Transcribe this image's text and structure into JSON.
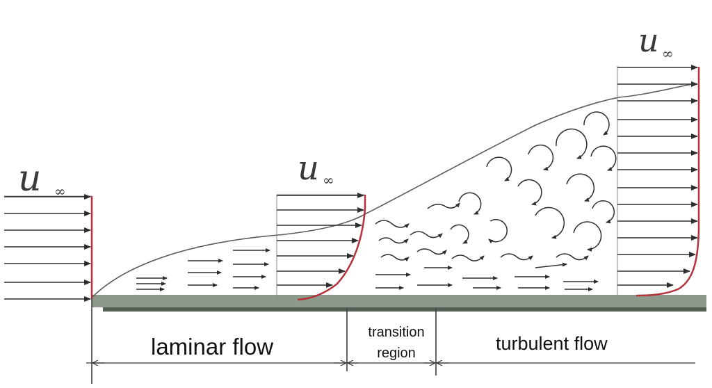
{
  "symbols": {
    "inlet": {
      "main": "u",
      "sub": "∞"
    },
    "laminar": {
      "main": "u",
      "sub": "∞"
    },
    "turbulent": {
      "main": "u",
      "sub": "∞"
    }
  },
  "regions": {
    "laminar": "laminar flow",
    "transition_line1": "transition",
    "transition_line2": "region",
    "turbulent": "turbulent flow"
  },
  "colors": {
    "velocity_profile": "#b5303a",
    "plate": "#8d9a8b",
    "plate_shadow": "#545e54",
    "arrows": "#2d2d2d",
    "boundary_layer": "#5a5a5a"
  }
}
